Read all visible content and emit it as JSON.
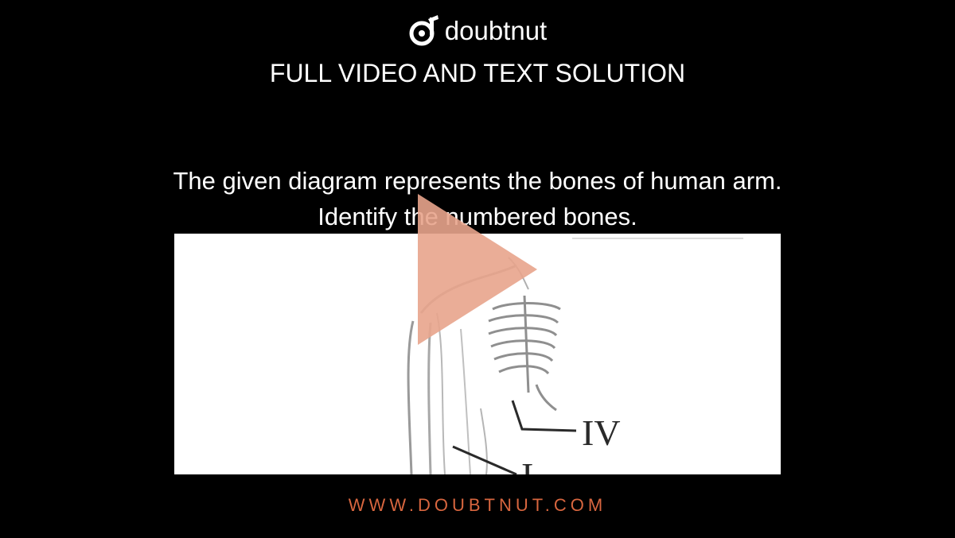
{
  "brand": {
    "name": "doubtnut",
    "logo_icon": "doubtnut-logo-icon"
  },
  "header": {
    "headline": "FULL VIDEO AND TEXT SOLUTION"
  },
  "question": {
    "line1": "The given diagram represents the bones of human arm.",
    "line2": "Identify the numbered bones."
  },
  "figure": {
    "label_iv": "IV",
    "label_i": "I"
  },
  "player": {
    "play_icon": "play-icon",
    "play_color": "#e8a48c"
  },
  "footer": {
    "url": "WWW.DOUBTNUT.COM",
    "url_color": "#d8663f"
  }
}
